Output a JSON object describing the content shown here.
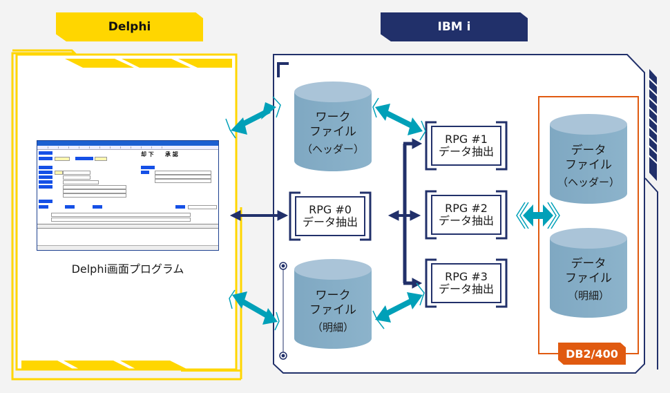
{
  "headers": {
    "delphi": "Delphi",
    "ibm": "IBM i"
  },
  "delphi_panel": {
    "caption": "Delphi画面プログラム",
    "screenshot_buttons": [
      "却 下",
      "承 認"
    ]
  },
  "work_files": [
    {
      "line1": "ワーク",
      "line2": "ファイル",
      "sub": "（ヘッダー）"
    },
    {
      "line1": "ワーク",
      "line2": "ファイル",
      "sub": "（明細）"
    }
  ],
  "rpg_programs": [
    {
      "name": "RPG #0",
      "desc": "データ抽出"
    },
    {
      "name": "RPG #1",
      "desc": "データ抽出"
    },
    {
      "name": "RPG #2",
      "desc": "データ抽出"
    },
    {
      "name": "RPG #3",
      "desc": "データ抽出"
    }
  ],
  "data_files": [
    {
      "line1": "データ",
      "line2": "ファイル",
      "sub": "（ヘッダー）"
    },
    {
      "line1": "データ",
      "line2": "ファイル",
      "sub": "（明細）"
    }
  ],
  "db_badge": "DB2/400",
  "colors": {
    "delphi_yellow": "#ffd600",
    "ibm_navy": "#21306a",
    "arrow_teal": "#00a0b8",
    "cylinder": "#86aec6",
    "db_orange": "#e05a10"
  }
}
